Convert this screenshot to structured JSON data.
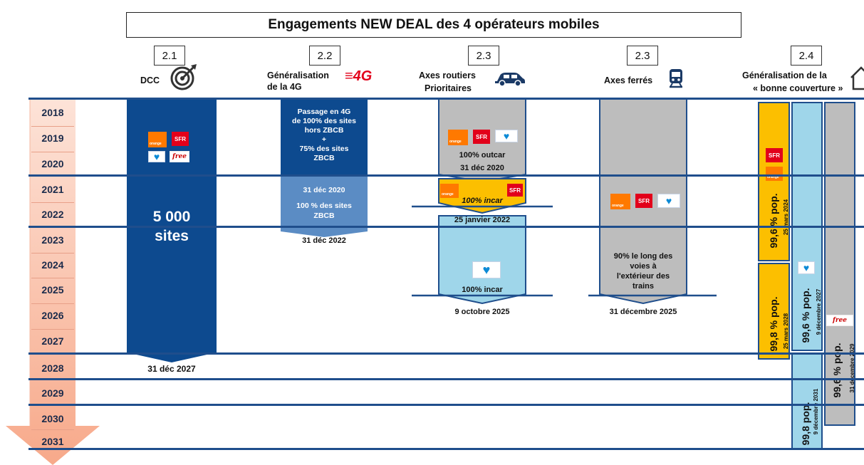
{
  "title": "Engagements NEW DEAL des  4 opérateurs mobiles",
  "columns": [
    {
      "number": "2.1",
      "label_line1": "DCC",
      "label_line2": "",
      "icon": "target-icon"
    },
    {
      "number": "2.2",
      "label_line1": "Généralisation",
      "label_line2": "de la 4G",
      "icon": "4g-icon"
    },
    {
      "number": "2.3",
      "label_line1": "Axes routiers",
      "label_line2": "Prioritaires",
      "icon": "car-icon"
    },
    {
      "number": "2.3",
      "label_line1": "Axes ferrés",
      "label_line2": "",
      "icon": "train-icon"
    },
    {
      "number": "2.4",
      "label_line1": "Généralisation de la",
      "label_line2": "« bonne couverture »",
      "icon": "house-icon"
    }
  ],
  "years": [
    "2018",
    "2019",
    "2020",
    "2021",
    "2022",
    "2023",
    "2024",
    "2025",
    "2026",
    "2027",
    "2028",
    "2029",
    "2030",
    "2031"
  ],
  "dcc": {
    "main_line1": "5 000",
    "main_line2": "sites",
    "deadline": "31 déc 2027"
  },
  "generalisation_4g": {
    "text1_l1": "Passage en 4G",
    "text1_l2": "de 100% des sites",
    "text1_l3": "hors ZBCB",
    "text1_l4": "+",
    "text1_l5": "75% des sites",
    "text1_l6": "ZBCB",
    "text2_l1": "31 déc 2020",
    "text2_l2": "100 % des sites",
    "text2_l3": "ZBCB",
    "deadline": "31 déc 2022"
  },
  "axes_routiers": {
    "p1_label": "100% outcar",
    "p1_date": "31 déc 2020",
    "p2_label": "100% incar",
    "p2_date": "25 janvier 2022",
    "p3_label": "100% incar",
    "p3_date": "9 octobre 2025"
  },
  "axes_ferres": {
    "text_l1": "90%  le long des",
    "text_l2": "voies à",
    "text_l3": "l'extérieur des",
    "text_l4": "trains",
    "date": "31 décembre 2025"
  },
  "bonne_couverture": {
    "bar1_pop": "99,6 % pop.",
    "bar1_date": "25 mars 2024",
    "bar2_pop": "99,8 % pop.",
    "bar2_date": "25 mars 2028",
    "bar3_pop": "99,6 % pop.",
    "bar3_date": "9 décembre 2027",
    "bar4_pop": "99,8 pop.",
    "bar4_date": "9 décembre 2031",
    "bar5_pop": "99,6 % pop.",
    "bar5_date": "31 décembre 2029"
  },
  "logos": {
    "orange": "orange",
    "sfr": "SFR",
    "free": "free",
    "bouygues": "bouygues-icon"
  },
  "colors": {
    "navy": "#0d4a8f",
    "mid_blue": "#5b8cc4",
    "grey": "#bdbdbd",
    "light_blue": "#9fd6ea",
    "yellow": "#fcbf00",
    "salmon": "#f7a98a",
    "line": "#1f4e8c"
  }
}
